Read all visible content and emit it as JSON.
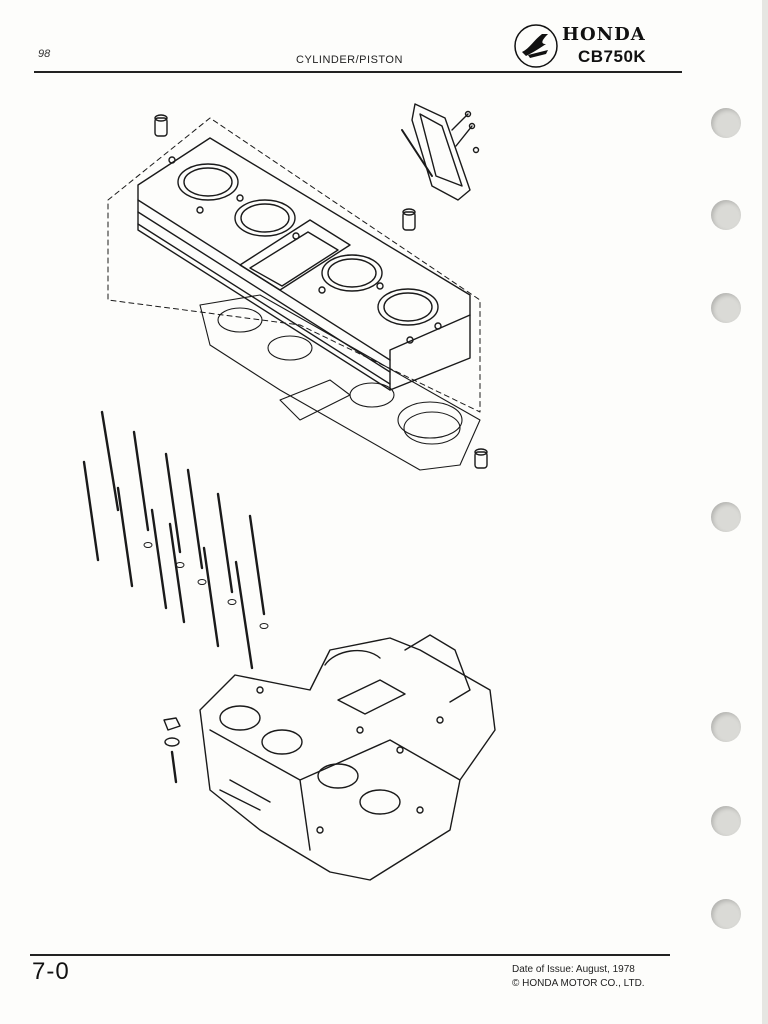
{
  "header": {
    "page_number": "98",
    "title": "CYLINDER/PISTON",
    "brand": "HONDA",
    "model": "CB750K"
  },
  "footer": {
    "section": "7-0",
    "date_of_issue": "Date of Issue:  August, 1978",
    "copyright": "© HONDA MOTOR CO., LTD."
  },
  "colors": {
    "ink": "#1a1a1a",
    "paper": "#fdfdfb",
    "punch_hole": "#dadad6"
  }
}
